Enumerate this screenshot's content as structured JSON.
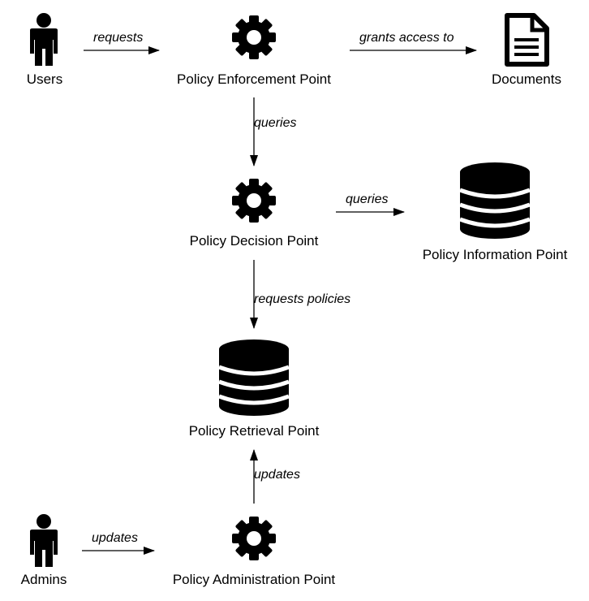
{
  "nodes": {
    "users": {
      "label": "Users",
      "icon": "person-icon"
    },
    "pep": {
      "label": "Policy Enforcement Point",
      "icon": "gear-icon"
    },
    "documents": {
      "label": "Documents",
      "icon": "document-icon"
    },
    "pdp": {
      "label": "Policy Decision Point",
      "icon": "gear-icon"
    },
    "pip": {
      "label": "Policy Information Point",
      "icon": "database-icon"
    },
    "prp": {
      "label": "Policy Retrieval Point",
      "icon": "database-icon"
    },
    "admins": {
      "label": "Admins",
      "icon": "person-icon"
    },
    "pap": {
      "label": "Policy Administration Point",
      "icon": "gear-icon"
    }
  },
  "edges": {
    "users_pep": "requests",
    "pep_documents": "grants access to",
    "pep_pdp": "queries",
    "pdp_pip": "queries",
    "pdp_prp": "requests policies",
    "pap_prp": "updates",
    "admins_pap": "updates"
  },
  "colors": {
    "ink": "#000000",
    "background": "#ffffff"
  }
}
